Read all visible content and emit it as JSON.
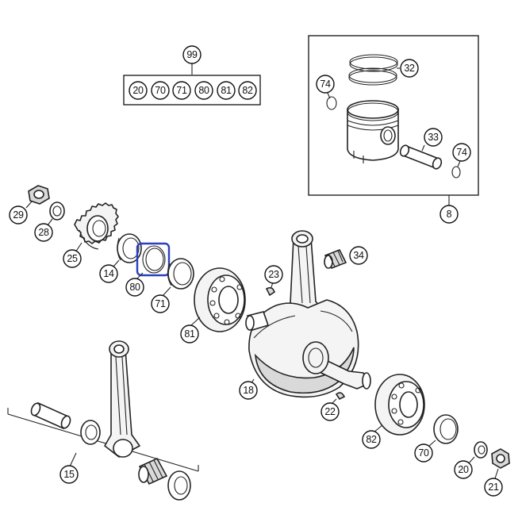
{
  "kit": {
    "number": "99",
    "items": [
      "20",
      "70",
      "71",
      "80",
      "81",
      "82"
    ]
  },
  "callouts": {
    "c32": "32",
    "c74a": "74",
    "c33": "33",
    "c74b": "74",
    "c8": "8",
    "c29": "29",
    "c28": "28",
    "c25": "25",
    "c14": "14",
    "c80": "80",
    "c71": "71",
    "c81": "81",
    "c23": "23",
    "c34": "34",
    "c18": "18",
    "c22": "22",
    "c82": "82",
    "c70": "70",
    "c20": "20",
    "c21": "21",
    "c15": "15"
  },
  "colors": {
    "highlight": "#2b3fbf",
    "line": "#222222"
  }
}
